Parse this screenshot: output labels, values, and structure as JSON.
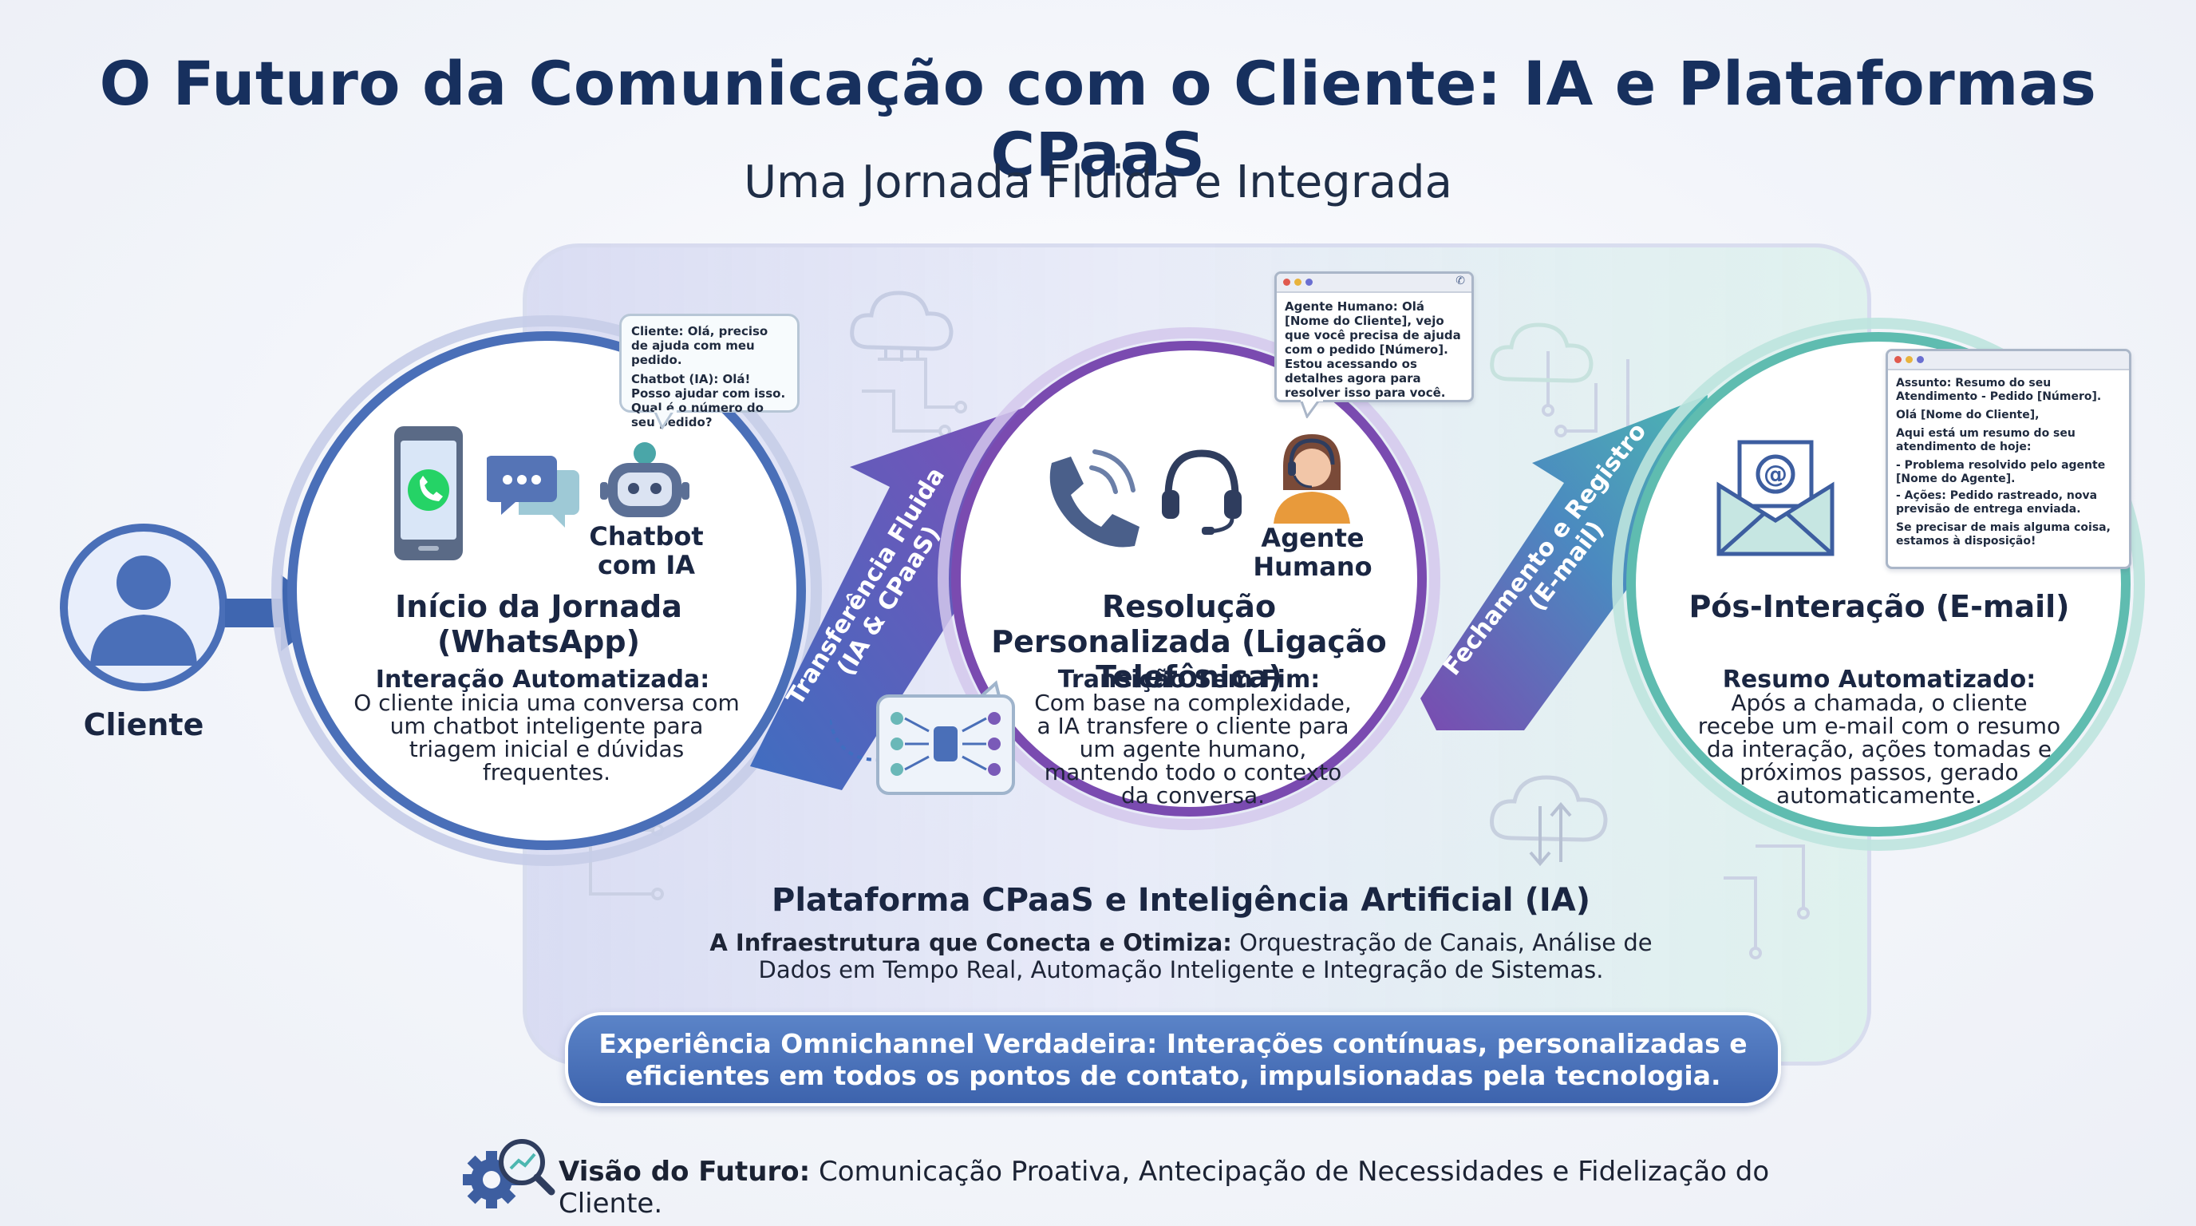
{
  "title": "O Futuro da Comunicação com o Cliente: IA e Plataformas CPaaS",
  "subtitle": "Uma Jornada Fluida e Integrada",
  "client": {
    "label": "Cliente"
  },
  "stage1": {
    "icon_label": "Chatbot com IA",
    "title": "Início da Jornada (WhatsApp)",
    "subtitle": "Interação Automatizada:",
    "body": "O cliente inicia uma conversa com um chatbot inteligente para triagem inicial e dúvidas frequentes.",
    "bubble_line1": "Cliente: Olá, preciso de ajuda com meu pedido.",
    "bubble_line2": "Chatbot (IA): Olá! Posso ajudar com isso. Qual é o número do seu pedido?"
  },
  "arrow1": {
    "label": "Transferência Fluida (IA & CPaaS)"
  },
  "stage2": {
    "icon_label": "Agente Humano",
    "title": "Resolução Personalizada (Ligação Telefônica)",
    "subtitle": "Transição Sem Fim:",
    "body": "Com base na complexidade, a IA transfere o cliente para um agente humano, mantendo todo o contexto da conversa.",
    "window_text": "Agente Humano: Olá [Nome do Cliente], vejo que você precisa de ajuda com o pedido [Número]. Estou acessando os detalhes agora para resolver isso para você."
  },
  "arrow2": {
    "label": "Fechamento e Registro (E-mail)"
  },
  "stage3": {
    "title": "Pós-Interação (E-mail)",
    "subtitle": "Resumo Automatizado:",
    "body": "Após a chamada, o cliente recebe um e-mail com o resumo da interação, ações tomadas e próximos passos, gerado automaticamente.",
    "email_subject": "Assunto: Resumo do seu Atendimento - Pedido [Número].",
    "email_greeting": "Olá [Nome do Cliente],",
    "email_intro": "Aqui está um resumo do seu atendimento de hoje:",
    "email_item1": "- Problema resolvido pelo agente [Nome do Agente].",
    "email_item2": "- Ações: Pedido rastreado, nova previsão de entrega enviada.",
    "email_closing": "Se precisar de mais alguma coisa, estamos à disposição!"
  },
  "platform": {
    "title": "Plataforma CPaaS e Inteligência Artificial (IA)",
    "desc_bold": "A Infraestrutura que Conecta e Otimiza:",
    "desc_rest": " Orquestração de Canais, Análise de Dados em Tempo Real, Automação Inteligente e Integração de Sistemas."
  },
  "banner": {
    "text": "Experiência Omnichannel Verdadeira: Interações contínuas, personalizadas e eficientes em todos os pontos de contato, impulsionadas pela tecnologia."
  },
  "footer": {
    "bold": "Visão do Futuro:",
    "rest": " Comunicação Proativa, Antecipação de Necessidades e Fidelização do Cliente."
  },
  "colors": {
    "title": "#17305e",
    "stage1_ring": "#4a6fb8",
    "stage2_ring": "#7a4bb0",
    "stage3_ring": "#5fbcb0",
    "whatsapp": "#25d366",
    "banner": "#4a70b8"
  },
  "icons": [
    "person-icon",
    "phone-whatsapp-icon",
    "chat-bubbles-icon",
    "robot-icon",
    "telephone-icon",
    "headset-icon",
    "agent-icon",
    "network-transfer-icon",
    "email-envelope-icon",
    "cloud-icon",
    "gear-magnifier-icon"
  ]
}
